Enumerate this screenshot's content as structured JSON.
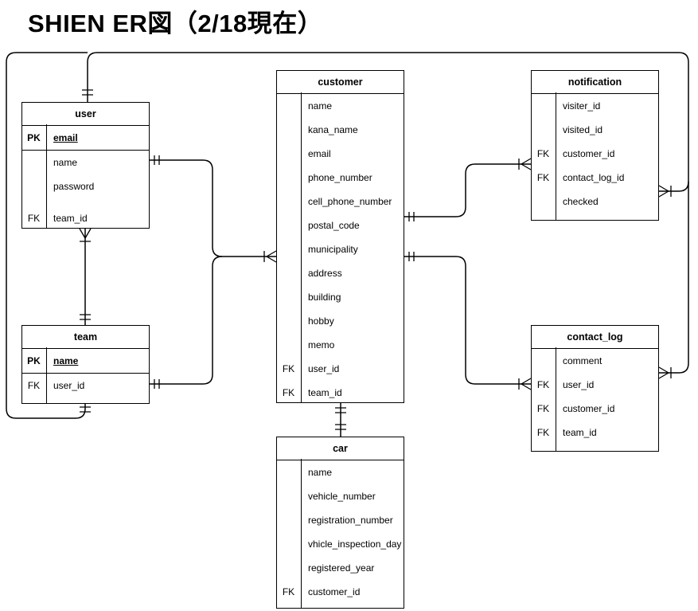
{
  "title": "SHIEN ER図（2/18現在）",
  "entities": {
    "user": {
      "title": "user",
      "pk": {
        "key": "PK",
        "name": "email"
      },
      "rows": [
        {
          "key": "",
          "name": "name"
        },
        {
          "key": "",
          "name": "password"
        },
        {
          "key": "FK",
          "name": "team_id"
        }
      ]
    },
    "team": {
      "title": "team",
      "pk": {
        "key": "PK",
        "name": "name"
      },
      "rows": [
        {
          "key": "FK",
          "name": "user_id"
        }
      ]
    },
    "customer": {
      "title": "customer",
      "rows": [
        {
          "key": "",
          "name": "name"
        },
        {
          "key": "",
          "name": "kana_name"
        },
        {
          "key": "",
          "name": "email"
        },
        {
          "key": "",
          "name": "phone_number"
        },
        {
          "key": "",
          "name": "cell_phone_number"
        },
        {
          "key": "",
          "name": "postal_code"
        },
        {
          "key": "",
          "name": "municipality"
        },
        {
          "key": "",
          "name": "address"
        },
        {
          "key": "",
          "name": "building"
        },
        {
          "key": "",
          "name": "hobby"
        },
        {
          "key": "",
          "name": "memo"
        },
        {
          "key": "FK",
          "name": "user_id"
        },
        {
          "key": "FK",
          "name": "team_id"
        }
      ]
    },
    "notification": {
      "title": "notification",
      "rows": [
        {
          "key": "",
          "name": "visiter_id"
        },
        {
          "key": "",
          "name": "visited_id"
        },
        {
          "key": "FK",
          "name": "customer_id"
        },
        {
          "key": "FK",
          "name": "contact_log_id"
        },
        {
          "key": "",
          "name": "checked"
        }
      ]
    },
    "contact_log": {
      "title": "contact_log",
      "rows": [
        {
          "key": "",
          "name": "comment"
        },
        {
          "key": "FK",
          "name": "user_id"
        },
        {
          "key": "FK",
          "name": "customer_id"
        },
        {
          "key": "FK",
          "name": "team_id"
        }
      ]
    },
    "car": {
      "title": "car",
      "rows": [
        {
          "key": "",
          "name": "name"
        },
        {
          "key": "",
          "name": "vehicle_number"
        },
        {
          "key": "",
          "name": "registration_number"
        },
        {
          "key": "",
          "name": "vhicle_inspection_day"
        },
        {
          "key": "",
          "name": "registered_year"
        },
        {
          "key": "FK",
          "name": "customer_id"
        }
      ]
    }
  },
  "relationships": [
    {
      "from": "user",
      "to": "customer",
      "from_cardinality": "one",
      "to_cardinality": "many"
    },
    {
      "from": "team",
      "to": "customer",
      "from_cardinality": "one",
      "to_cardinality": "many"
    },
    {
      "from": "team",
      "to": "user",
      "from_cardinality": "one",
      "to_cardinality": "many"
    },
    {
      "from": "customer",
      "to": "notification",
      "from_cardinality": "one",
      "to_cardinality": "many"
    },
    {
      "from": "customer",
      "to": "contact_log",
      "from_cardinality": "one",
      "to_cardinality": "many"
    },
    {
      "from": "customer",
      "to": "car",
      "from_cardinality": "one",
      "to_cardinality": "one"
    },
    {
      "from": "user",
      "to": "notification",
      "from_cardinality": "one",
      "to_cardinality": "many"
    },
    {
      "from": "team",
      "to": "contact_log",
      "from_cardinality": "one",
      "to_cardinality": "many"
    }
  ],
  "line_color": "#000000",
  "background_color": "#ffffff"
}
